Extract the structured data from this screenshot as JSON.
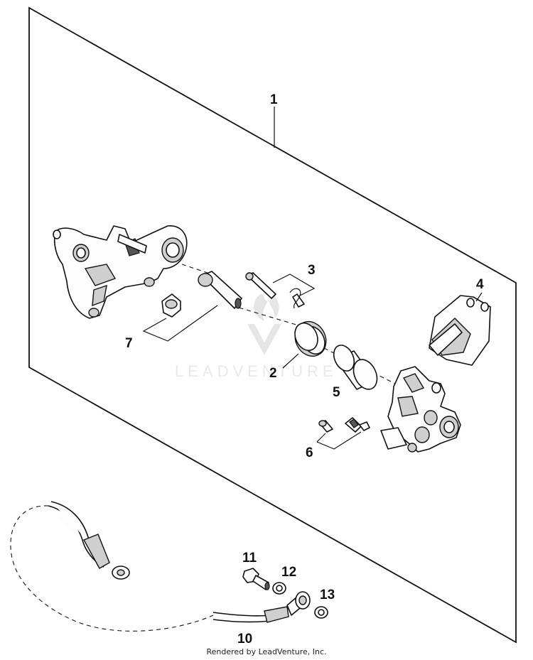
{
  "callouts": {
    "c1": "1",
    "c2": "2",
    "c3": "3",
    "c4": "4",
    "c5": "5",
    "c6": "6",
    "c7": "7",
    "c10": "10",
    "c11": "11",
    "c12": "12",
    "c13": "13"
  },
  "watermark": "LEADVENTURE",
  "footer": "Rendered by LeadVenture, Inc."
}
